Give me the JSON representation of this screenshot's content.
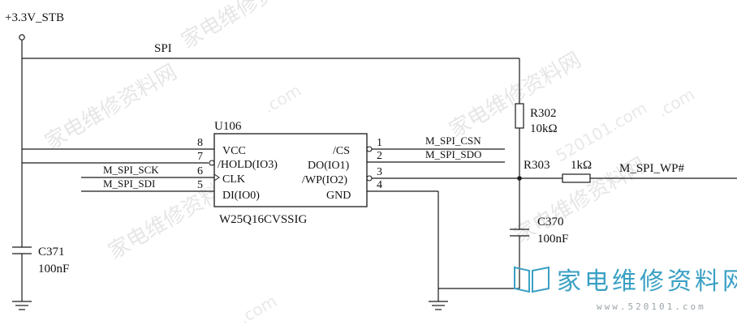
{
  "power": {
    "rail_label": "+3.3V_STB"
  },
  "bus": {
    "label": "SPI"
  },
  "ic": {
    "refdes": "U106",
    "part_number": "W25Q16CVSSIG",
    "pins_left": [
      {
        "num": "8",
        "name": "VCC"
      },
      {
        "num": "7",
        "name": "/HOLD(IO3)"
      },
      {
        "num": "6",
        "name": "CLK"
      },
      {
        "num": "5",
        "name": "DI(IO0)"
      }
    ],
    "pins_right": [
      {
        "num": "1",
        "name": "/CS"
      },
      {
        "num": "2",
        "name": "DO(IO1)"
      },
      {
        "num": "3",
        "name": "/WP(IO2)"
      },
      {
        "num": "4",
        "name": "GND"
      }
    ]
  },
  "nets": {
    "sck": "M_SPI_SCK",
    "sdi": "M_SPI_SDI",
    "csn": "M_SPI_CSN",
    "sdo": "M_SPI_SDO",
    "wp": "M_SPI_WP#"
  },
  "components": {
    "r302": {
      "ref": "R302",
      "value": "10kΩ"
    },
    "r303": {
      "ref": "R303",
      "value": "1kΩ"
    },
    "c370": {
      "ref": "C370",
      "value": "100nF"
    },
    "c371": {
      "ref": "C371",
      "value": "100nF"
    }
  },
  "watermark": {
    "cn": "家电维修资料网",
    "en": ".com",
    "logo_cn": "家电维修资料网",
    "logo_url": "www.520101.com",
    "num": "520101.com"
  }
}
